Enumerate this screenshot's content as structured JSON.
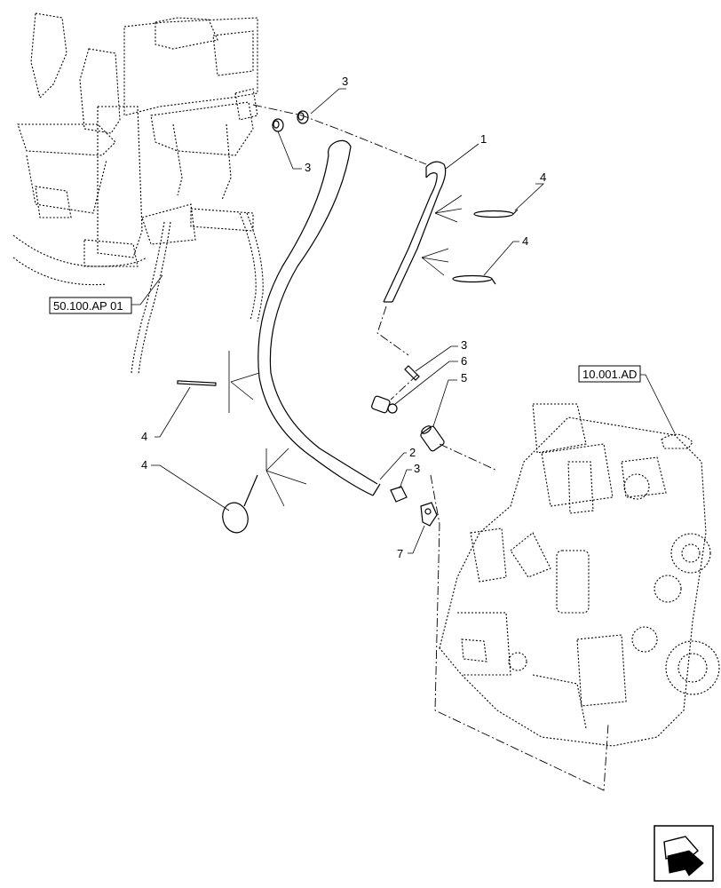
{
  "callouts": {
    "c1": "1",
    "c2": "2",
    "c3a": "3",
    "c3b": "3",
    "c3c": "3",
    "c3d": "3",
    "c4a": "4",
    "c4b": "4",
    "c4c": "4",
    "c4d": "4",
    "c5": "5",
    "c6": "6",
    "c7": "7"
  },
  "references": {
    "left": "50.100.AP 01",
    "right": "10.001.AD"
  },
  "nav_icon": "next-page-arrow-icon"
}
